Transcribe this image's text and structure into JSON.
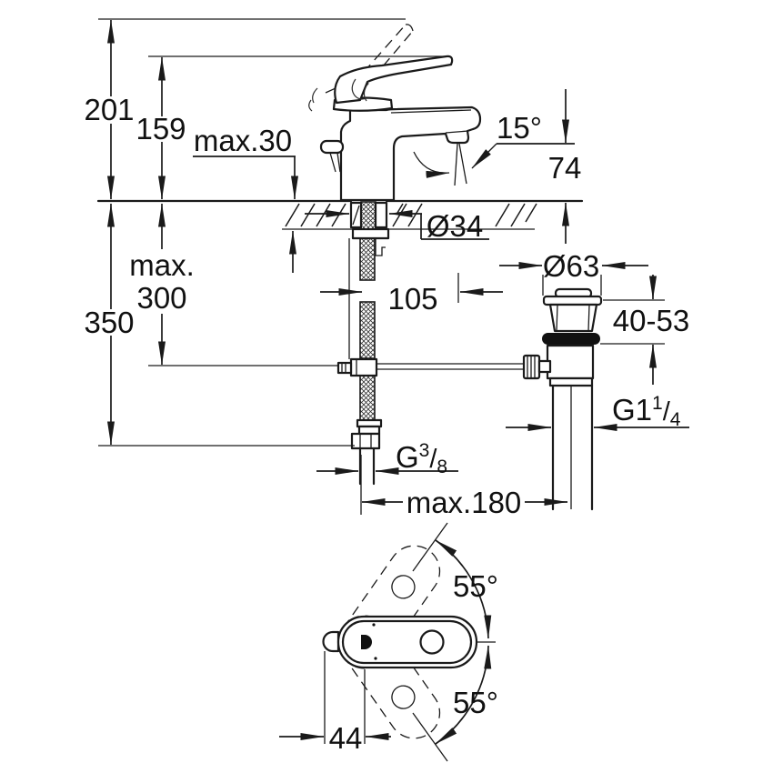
{
  "drawing": {
    "type": "technical-dimension-diagram",
    "subject": "single-lever basin mixer faucet with pop-up waste, front view and plan view",
    "colors": {
      "line": "#1a1a1a",
      "background": "#ffffff"
    }
  },
  "labels": {
    "d201": "201",
    "d159": "159",
    "max30": "max.30",
    "deg15": "15°",
    "d74": "74",
    "dia34": "Ø34",
    "max_word": "max.",
    "d300": "300",
    "d350": "350",
    "d105": "105",
    "dia63": "Ø63",
    "range4053": "40-53",
    "g114_main": "G1",
    "g114_sup": "1",
    "g114_slash": "/",
    "g114_sub": "4",
    "g38_main": "G",
    "g38_sup": "3",
    "g38_slash": "/",
    "g38_sub": "8",
    "max180": "max.180",
    "deg55_top": "55°",
    "deg55_bottom": "55°",
    "d44": "44"
  }
}
